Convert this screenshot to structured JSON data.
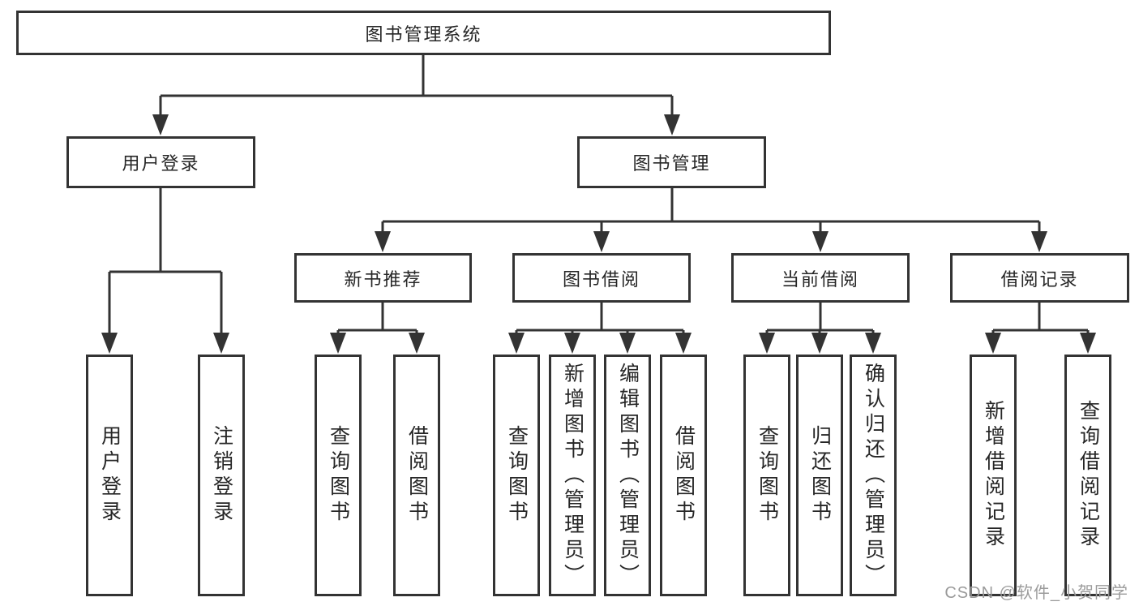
{
  "watermark": "CSDN @软件_小贺同学",
  "colors": {
    "line": "#333333",
    "text": "#262626",
    "watermark": "#9b9b9b",
    "background": "#ffffff"
  },
  "tree": {
    "root": "图书管理系统",
    "children": [
      {
        "label": "用户登录",
        "children": [
          {
            "label": "用户登录"
          },
          {
            "label": "注销登录"
          }
        ]
      },
      {
        "label": "图书管理",
        "children": [
          {
            "label": "新书推荐",
            "children": [
              {
                "label": "查询图书"
              },
              {
                "label": "借阅图书"
              }
            ]
          },
          {
            "label": "图书借阅",
            "children": [
              {
                "label": "查询图书"
              },
              {
                "label": "新增图书（管理员）"
              },
              {
                "label": "编辑图书（管理员）"
              },
              {
                "label": "借阅图书"
              }
            ]
          },
          {
            "label": "当前借阅",
            "children": [
              {
                "label": "查询图书"
              },
              {
                "label": "归还图书"
              },
              {
                "label": "确认归还（管理员）"
              }
            ]
          },
          {
            "label": "借阅记录",
            "children": [
              {
                "label": "新增借阅记录"
              },
              {
                "label": "查询借阅记录"
              }
            ]
          }
        ]
      }
    ]
  }
}
